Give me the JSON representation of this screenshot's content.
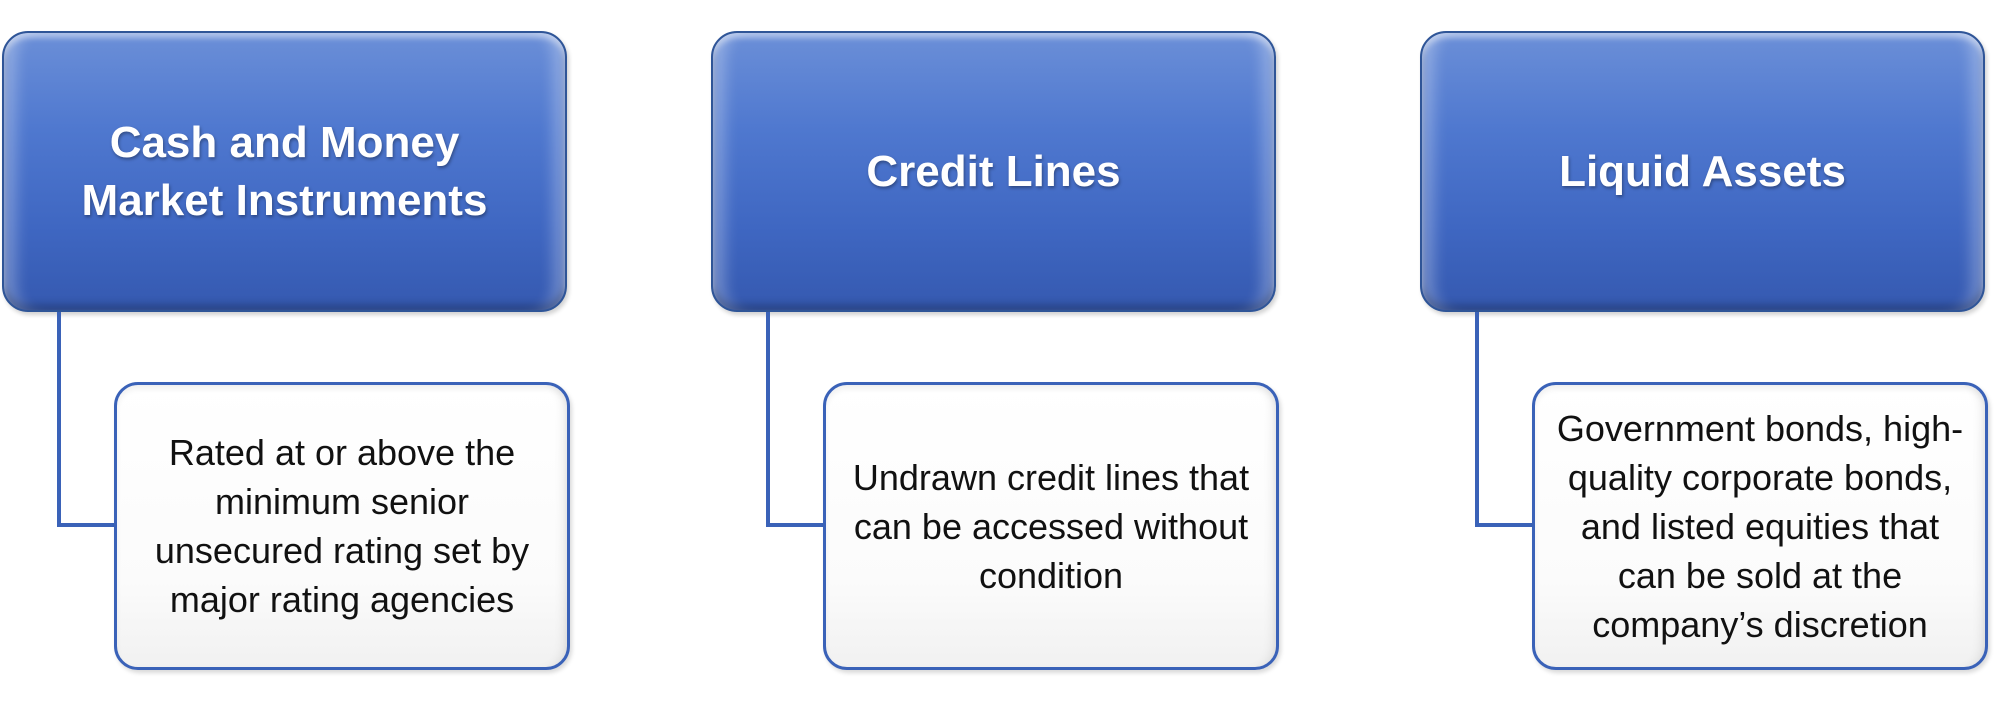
{
  "columns": [
    {
      "header": "Cash and Money Market Instruments",
      "detail": "Rated at or above the minimum senior unsecured rating set by major rating agencies"
    },
    {
      "header": "Credit Lines",
      "detail": "Undrawn credit lines that can be accessed without condition"
    },
    {
      "header": "Liquid Assets",
      "detail": "Government bonds, high-quality corporate bonds, and listed equities that can be sold at the company’s discretion"
    }
  ],
  "colors": {
    "header_fill": "#4a72c9",
    "header_border": "#2f5597",
    "connector": "#3a62b8",
    "detail_border": "#3a62b8",
    "detail_fill": "#ffffff"
  }
}
